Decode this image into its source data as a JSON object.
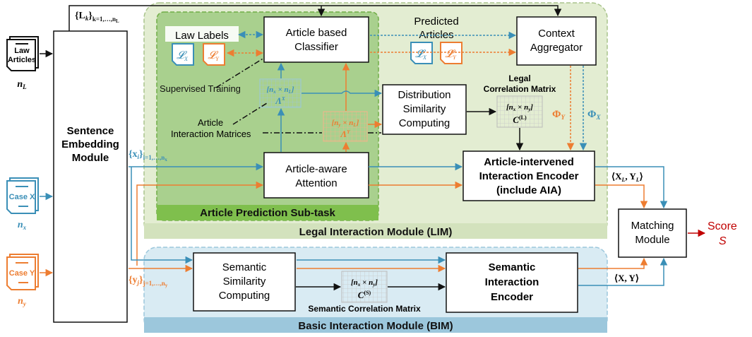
{
  "inputs": {
    "law_doc_line1": "Law",
    "law_doc_line2": "Articles",
    "law_count": "n",
    "law_count_sub": "L",
    "case_x_label": "Case X",
    "case_x_count": "n",
    "case_x_count_sub": "x",
    "case_y_label": "Case Y",
    "case_y_count": "n",
    "case_y_count_sub": "y"
  },
  "sentence_embedding": {
    "line1": "Sentence",
    "line2": "Embedding",
    "line3": "Module"
  },
  "math": {
    "L_set": "{L",
    "L_set_sub": "k",
    "L_set_close": "}",
    "L_set_range": "k=1,…,n",
    "L_set_range_sub": "L",
    "x_set": "{x",
    "x_set_sub": "i",
    "x_set_close": "}",
    "x_set_range": "i=1,…,n",
    "x_set_range_sub": "x",
    "y_set": "{y",
    "y_set_sub": "j",
    "y_set_close": "}",
    "y_set_range": "j=1,…,n",
    "y_set_range_sub": "y"
  },
  "apst": {
    "title": "Article Prediction Sub-task",
    "law_labels": "Law Labels",
    "label_x": "𝓛",
    "label_x_sub": "X",
    "label_y": "𝓛",
    "label_y_sub": "Y",
    "classifier_line1": "Article based",
    "classifier_line2": "Classifier",
    "supervised_training": "Supervised Training",
    "interaction_matrices_line1": "Article",
    "interaction_matrices_line2": "Interaction Matrices",
    "lambda_x_dim": "[n",
    "lambda_x_dim_a": "x",
    "lambda_x_dim_mid": " × n",
    "lambda_x_dim_b": "L",
    "lambda_x_dim_end": "]",
    "lambda_x": "Λ",
    "lambda_x_sup": "X",
    "lambda_y_dim": "[n",
    "lambda_y_dim_a": "y",
    "lambda_y_dim_mid": " × n",
    "lambda_y_dim_b": "L",
    "lambda_y_dim_end": "]",
    "lambda_y": "Λ",
    "lambda_y_sup": "Y",
    "attention_line1": "Article-aware",
    "attention_line2": "Attention"
  },
  "lim": {
    "title": "Legal Interaction Module (LIM)",
    "predicted_line1": "Predicted",
    "predicted_line2": "Articles",
    "pred_x": "𝓛̂",
    "pred_x_sub": "X",
    "pred_y": "𝓛̂",
    "pred_y_sub": "Y",
    "context_line1": "Context",
    "context_line2": "Aggregator",
    "distribution_line1": "Distribution",
    "distribution_line2": "Similarity",
    "distribution_line3": "Computing",
    "legal_corr_line1": "Legal",
    "legal_corr_line2": "Correlation Matrix",
    "cl_dim": "[n",
    "cl_dim_a": "x",
    "cl_dim_mid": " × n",
    "cl_dim_b": "y",
    "cl_dim_end": "]",
    "cl_sym": "C",
    "cl_sup": "(L)",
    "phi_y": "Φ",
    "phi_y_sub": "Y",
    "phi_x": "Φ",
    "phi_x_sub": "X",
    "encoder_line1": "Article-intervened",
    "encoder_line2": "Interaction Encoder",
    "encoder_line3": "(include AIA)",
    "out_lim": "⟨X",
    "out_lim_a": "L",
    "out_lim_mid": ", Y",
    "out_lim_b": "L",
    "out_lim_end": "⟩"
  },
  "bim": {
    "title": "Basic Interaction Module (BIM)",
    "semsim_line1": "Semantic",
    "semsim_line2": "Similarity",
    "semsim_line3": "Computing",
    "sem_corr_label": "Semantic Correlation Matrix",
    "cs_dim": "[n",
    "cs_dim_a": "x",
    "cs_dim_mid": " × n",
    "cs_dim_b": "y",
    "cs_dim_end": "]",
    "cs_sym": "C",
    "cs_sup": "(S)",
    "encoder_line1": "Semantic",
    "encoder_line2": "Interaction",
    "encoder_line3": "Encoder",
    "out_bim": "⟨X, Y⟩"
  },
  "matching": {
    "line1": "Matching",
    "line2": "Module",
    "score_label": "Score",
    "score_symbol": "S"
  },
  "colors": {
    "blue": "#3a8fb7",
    "orange": "#ed7d31",
    "red": "#c00000",
    "lim_bg": "#e3edd2",
    "apst_bg": "#a9d08e",
    "bim_bg": "#d9ebf3"
  }
}
